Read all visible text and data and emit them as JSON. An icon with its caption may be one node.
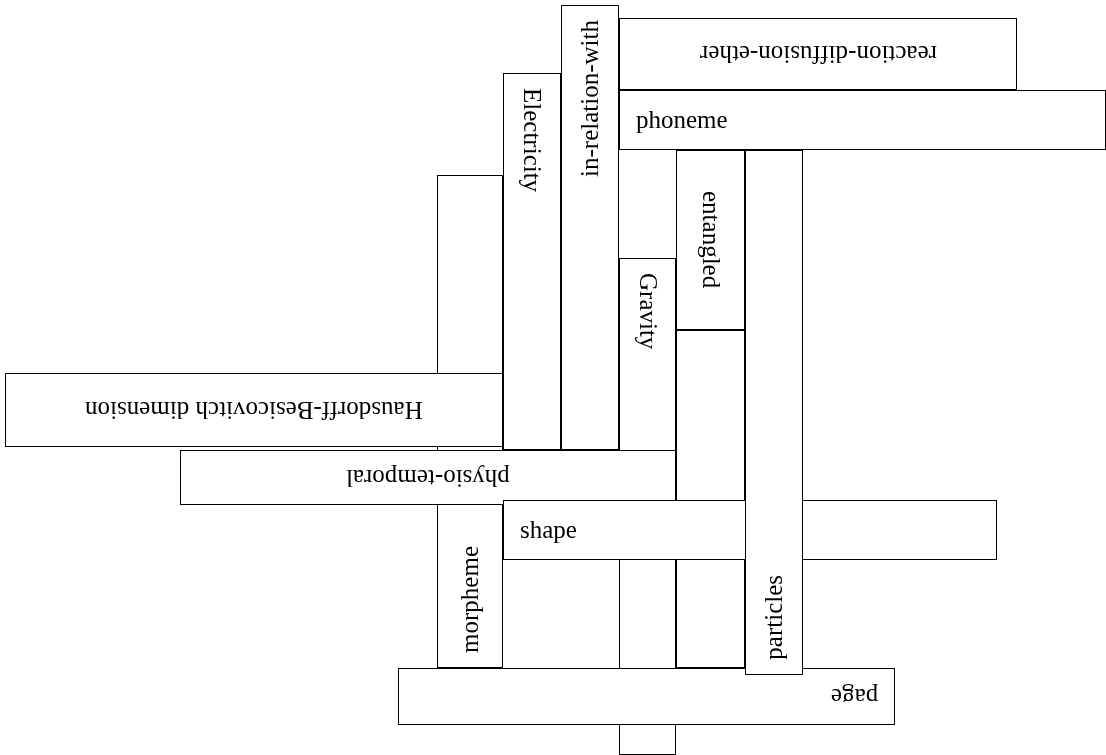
{
  "diagram": {
    "nodes": [
      {
        "text": [
          "in-relation-with"
        ]
      },
      {
        "text": [
          "reaction-diffusion-ether"
        ]
      },
      {
        "text": [
          "Electricity"
        ]
      },
      {
        "text": [
          "phoneme"
        ]
      },
      {
        "text": [
          "entangled"
        ]
      },
      {
        "text": [
          "particles"
        ]
      },
      {
        "text": [
          "morpheme"
        ]
      },
      {
        "text": [
          "Gravity"
        ]
      },
      {
        "text": [],
        "shape": "box"
      },
      {
        "text": [
          "Hausdorff-Besicovitch dimension"
        ]
      },
      {
        "text": [
          "physio-temporal"
        ]
      },
      {
        "text": [
          "shape"
        ]
      },
      {
        "text": [
          "page"
        ]
      }
    ]
  }
}
